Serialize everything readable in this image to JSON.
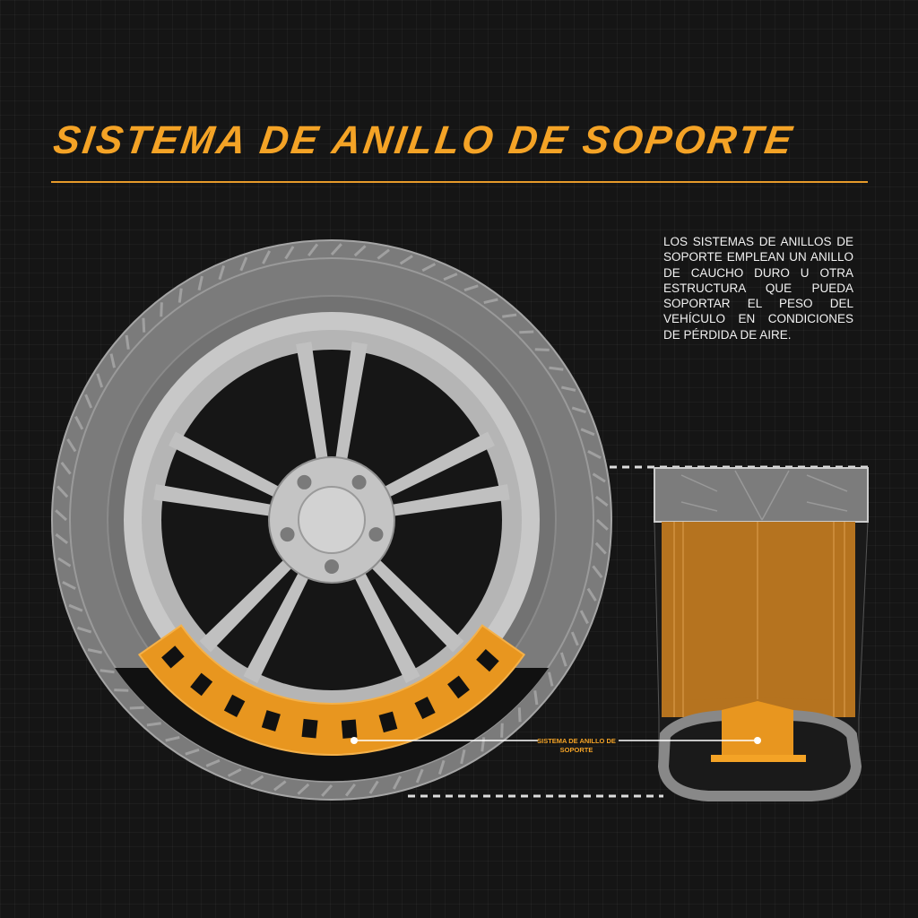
{
  "title": "SISTEMA DE ANILLO DE SOPORTE",
  "description": "LOS SISTEMAS DE ANILLOS DE SOPORTE EMPLEAN UN ANILLO DE CAUCHO DURO U OTRA ESTRUCTURA QUE PUEDA SOPORTAR EL PESO DEL VEHÍCULO EN CONDICIONES DE PÉRDIDA DE AIRE.",
  "callout_label": "SISTEMA DE ANILLO DE SOPORTE",
  "colors": {
    "accent": "#f4a326",
    "background": "#151515",
    "tire": "#7b7b7b",
    "rim": "#c9c9c9"
  }
}
